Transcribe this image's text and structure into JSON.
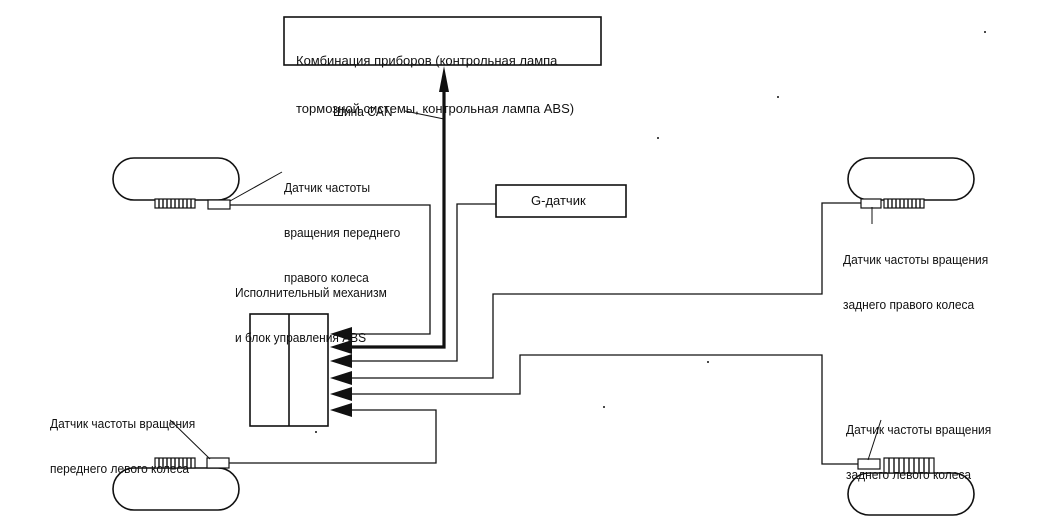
{
  "diagram": {
    "instrument_cluster": {
      "line1": "Комбинация приборов (контрольная лампа",
      "line2": "тормозной системы, контрольная лампа ABS)"
    },
    "can_bus_label": "Шина CAN",
    "g_sensor_label": "G-датчик",
    "abs_unit": {
      "line1": "Исполнительный механизм",
      "line2": "и блок управления ABS"
    },
    "sensor_front_right": {
      "line1": "Датчик частоты",
      "line2": "вращения переднего",
      "line3": "правого колеса"
    },
    "sensor_front_left": {
      "line1": "Датчик частоты вращения",
      "line2": "переднего левого колеса"
    },
    "sensor_rear_right": {
      "line1": "Датчик частоты вращения",
      "line2": "заднего правого колеса"
    },
    "sensor_rear_left": {
      "line1": "Датчик частоты вращения",
      "line2": "заднего левого колеса"
    }
  }
}
